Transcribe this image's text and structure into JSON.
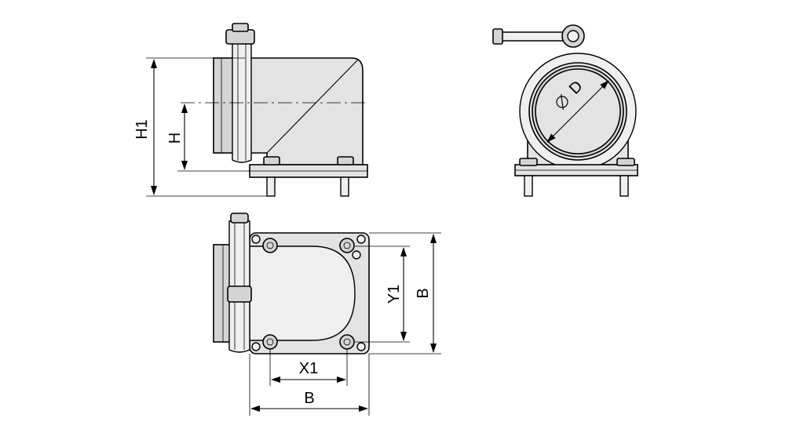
{
  "dimensions": {
    "h1": "H1",
    "h": "H",
    "diameter": "D",
    "y1": "Y1",
    "b_vertical": "B",
    "x1": "X1",
    "b_horizontal": "B"
  },
  "icons": {
    "diameter_symbol": "diameter-symbol"
  }
}
